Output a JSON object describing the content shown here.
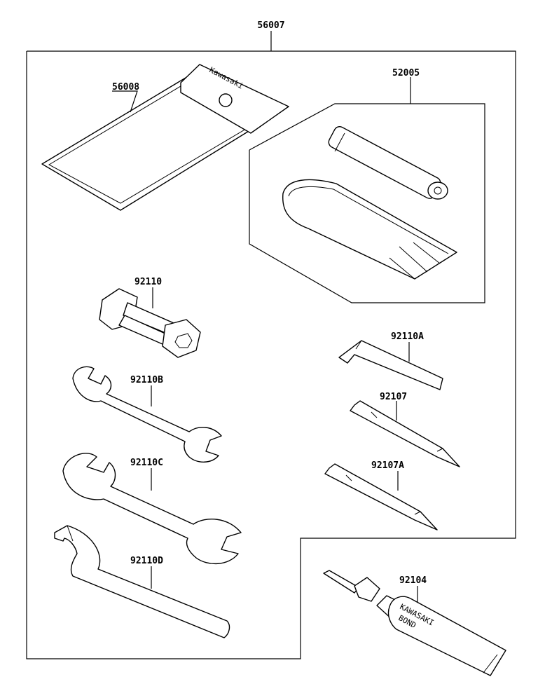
{
  "parts": {
    "kit": "56007",
    "manual_case": "56008",
    "pump_set": "52005",
    "plug_wrench": "92110",
    "hex_key": "92110A",
    "wrench_b": "92110B",
    "screwdriver": "92107",
    "wrench_c": "92110C",
    "screwdriver_a": "92107A",
    "hook_wrench": "92110D",
    "bond": "92104"
  },
  "brand": {
    "case_text": "Kawasaki",
    "tube_line1": "KAWASAKI",
    "tube_line2": "BOND"
  }
}
